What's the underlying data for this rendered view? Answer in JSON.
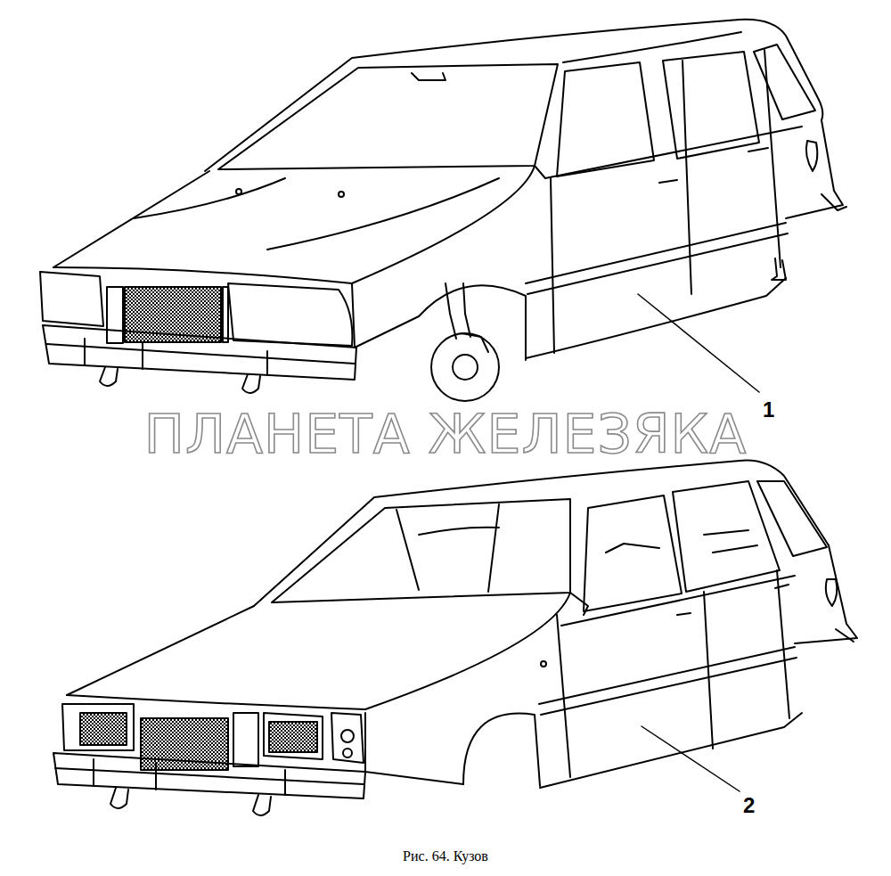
{
  "diagram": {
    "caption": "Рис. 64. Кузов",
    "labels": [
      "1",
      "ПЛАНЕТА ЖЕЛЕЗЯКА",
      "2"
    ]
  }
}
